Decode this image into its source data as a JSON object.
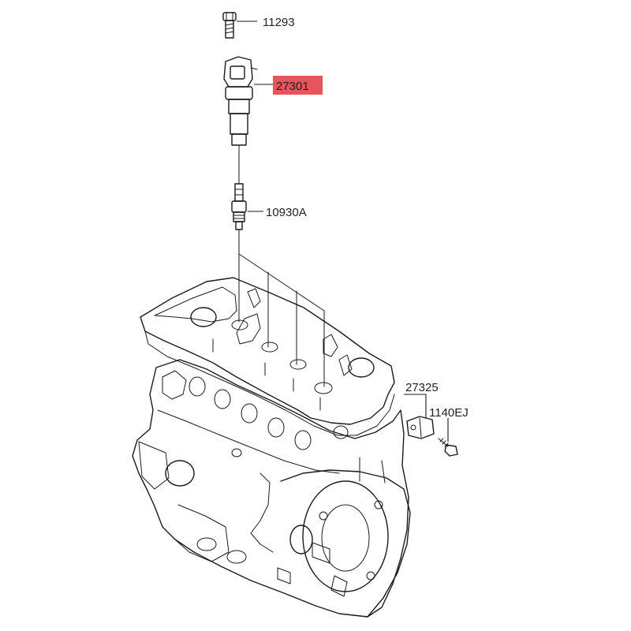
{
  "colors": {
    "background": "#ffffff",
    "line": "#1a1a1a",
    "highlight": "#e8545c"
  },
  "parts": {
    "bolt_top": "11293",
    "ignition_coil": "27301",
    "spark_plug": "10930A",
    "knock_sensor": "27325",
    "sensor_bolt": "1140EJ"
  }
}
